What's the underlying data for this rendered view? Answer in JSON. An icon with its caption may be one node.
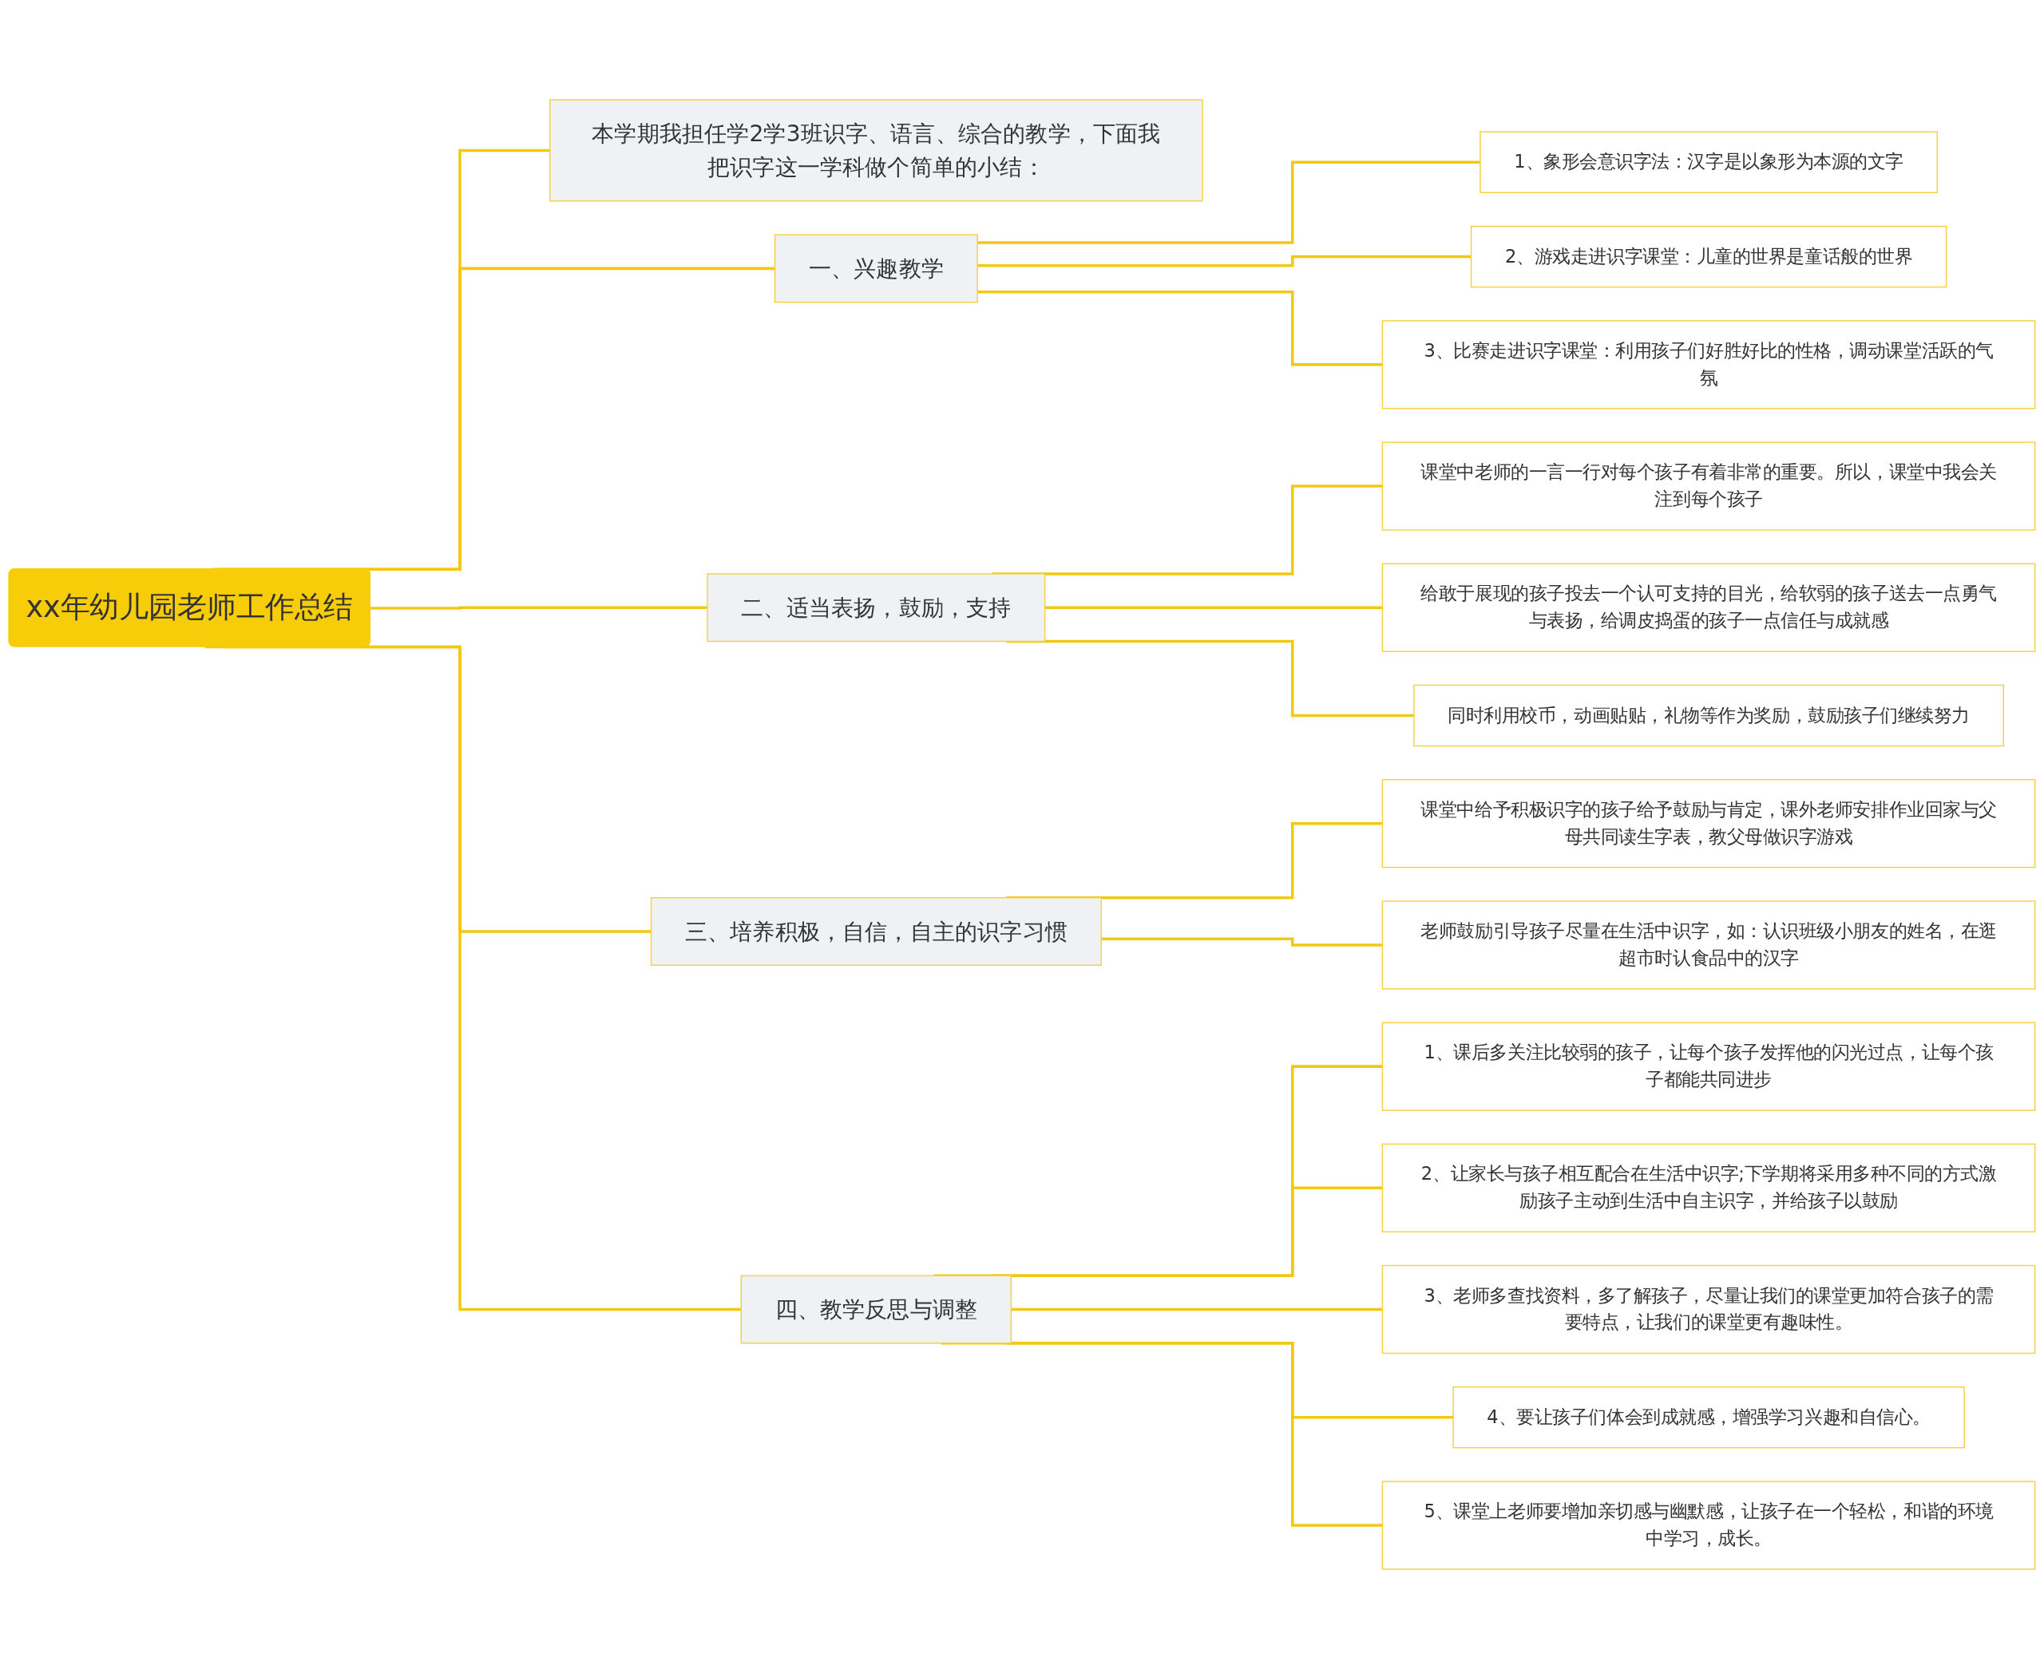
{
  "diagram": {
    "nodes": [
      {
        "text": [
          "xx年幼儿园老师工作总结"
        ]
      },
      {
        "text": [
          "本学期我担任学2学3班识字、语言、综合的教学，下面我把识字这一学科做个简单的小结："
        ]
      },
      {
        "text": [
          "一、兴趣教学"
        ]
      },
      {
        "text": [
          "1、象形会意识字法：汉字是以象形为本源的文字"
        ]
      },
      {
        "text": [
          "2、游戏走进识字课堂：儿童的世界是童话般的世界"
        ]
      },
      {
        "text": [
          "3、比赛走进识字课堂：利用孩子们好胜好比的性格，调动课堂活跃的气氛"
        ]
      },
      {
        "text": [
          "二、适当表扬，鼓励，支持"
        ]
      },
      {
        "text": [
          "课堂中老师的一言一行对每个孩子有着非常的重要。所以，课堂中我会关注到每个孩子"
        ]
      },
      {
        "text": [
          "给敢于展现的孩子投去一个认可支持的目光，给软弱的孩子送去一点勇气与表扬，给调皮捣蛋的孩子一点信任与成就感"
        ]
      },
      {
        "text": [
          "同时利用校币，动画贴贴，礼物等作为奖励，鼓励孩子们继续努力"
        ]
      },
      {
        "text": [
          "三、培养积极，自信，自主的识字习惯"
        ]
      },
      {
        "text": [
          "课堂中给予积极识字的孩子给予鼓励与肯定，课外老师安排作业回家与父母共同读生字表，教父母做识字游戏"
        ]
      },
      {
        "text": [
          "老师鼓励引导孩子尽量在生活中识字，如：认识班级小朋友的姓名，在逛超市时认食品中的汉字"
        ]
      },
      {
        "text": [
          "四、教学反思与调整"
        ]
      },
      {
        "text": [
          "1、课后多关注比较弱的孩子，让每个孩子发挥他的闪光过点，让每个孩子都能共同进步"
        ]
      },
      {
        "text": [
          "2、让家长与孩子相互配合在生活中识字;下学期将采用多种不同的方式激励孩子主动到生活中自主识字，并给孩子以鼓励"
        ]
      },
      {
        "text": [
          "3、老师多查找资料，多了解孩子，尽量让我们的课堂更加符合孩子的需要特点，让我们的课堂更有趣味性。"
        ]
      },
      {
        "text": [
          "4、要让孩子们体会到成就感，增强学习兴趣和自信心。"
        ]
      },
      {
        "text": [
          "5、课堂上老师要增加亲切感与幽默感，让孩子在一个轻松，和谐的环境中学习，成长。"
        ]
      }
    ],
    "edges": [
      {
        "from": 0,
        "to": 1,
        "arrow": "none"
      },
      {
        "from": 0,
        "to": 2,
        "arrow": "none"
      },
      {
        "from": 2,
        "to": 3,
        "arrow": "none"
      },
      {
        "from": 2,
        "to": 4,
        "arrow": "none"
      },
      {
        "from": 2,
        "to": 5,
        "arrow": "none"
      },
      {
        "from": 0,
        "to": 6,
        "arrow": "none"
      },
      {
        "from": 6,
        "to": 7,
        "arrow": "none"
      },
      {
        "from": 6,
        "to": 8,
        "arrow": "none"
      },
      {
        "from": 6,
        "to": 9,
        "arrow": "none"
      },
      {
        "from": 0,
        "to": 10,
        "arrow": "none"
      },
      {
        "from": 10,
        "to": 11,
        "arrow": "none"
      },
      {
        "from": 10,
        "to": 12,
        "arrow": "none"
      },
      {
        "from": 0,
        "to": 13,
        "arrow": "none"
      },
      {
        "from": 13,
        "to": 14,
        "arrow": "none"
      },
      {
        "from": 13,
        "to": 15,
        "arrow": "none"
      },
      {
        "from": 13,
        "to": 16,
        "arrow": "none"
      },
      {
        "from": 13,
        "to": 17,
        "arrow": "none"
      },
      {
        "from": 13,
        "to": 18,
        "arrow": "none"
      }
    ]
  }
}
